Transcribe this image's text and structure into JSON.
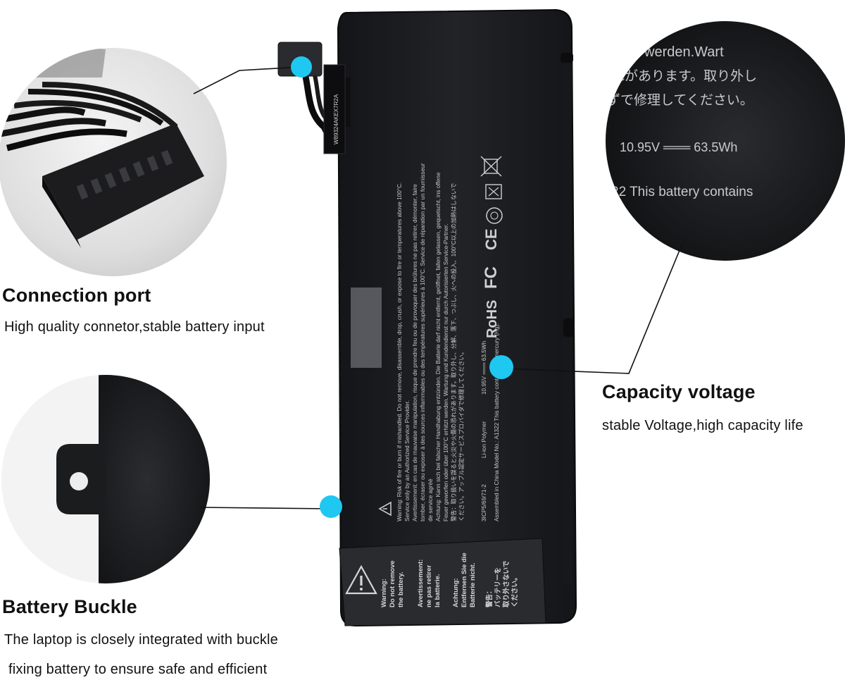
{
  "features": {
    "connection": {
      "title": "Connection port",
      "description": "High quality connetor,stable battery input"
    },
    "capacity": {
      "title": "Capacity voltage",
      "description": "stable Voltage,high capacity life"
    },
    "buckle": {
      "title": "Battery Buckle",
      "description_line1": "The laptop is closely integrated with buckle",
      "description_line2": "fixing battery to ensure safe and efficient"
    }
  },
  "zoom_label": {
    "line1": "werden.Wart",
    "line2": "れがあります。取り外し",
    "line3": "ずで修理してください。",
    "rating": "10.95V ═══ 63.5Wh",
    "line5": "22 This battery contains"
  },
  "battery_text": {
    "warnings": [
      "Warning: Risk of fire or burn if mishandled. Do not remove, disassemble, drop, crush, or expose to fire or temperatures above 100°C.",
      "Service only by an Authorized Service Provider.",
      "Avertissement: en cas de mauvaise manipulation, risque de prendre feu ou de provoquer des brûlures ne pas retirer, démonter, faire",
      "tomber, écraser ou exposer à des sources inflammables ou des températures supérieures à 100°C. Service de réparation par un fournisseur",
      "de service agréé",
      "Achtung: Kann sich bei falscher Handhabung entzünden. Die Batterie darf nicht entfernt, geöffnet, fallen gelassen, gequetscht, ins offene",
      "Feuer geworfen oder über 100°C erhitzt werden. Wartung und Kundendienst nur durch Autorisierten Service-Partner.",
      "警告：取り扱いを誤ると火災や火傷の恐れがあります。取り外し、分解、落下、つぶし、火への投入、100°C以上の加熱はしないで",
      "ください。アップル認定サービスプロバイダで修理してください。"
    ],
    "model": "3ICP5/69/71-2",
    "chemistry": "Li-ion Polymer",
    "rating": "10.95V ═══ 63.5Wh",
    "assembled": "Assembled in China Model No.: A1322 This battery contains no mercury (Hg).",
    "serial": "W89324AKEX7R2A",
    "certs": {
      "rohs": "RoHS",
      "fc": "FC",
      "ce": "CE"
    },
    "sticker": {
      "col1": [
        "Warning:",
        "Do not remove",
        "the battery."
      ],
      "col2": [
        "Avertissement:",
        "ne pas retirer",
        "la batterie."
      ],
      "col3": [
        "Achtung:",
        "Entfernen Sie die",
        "Batterie nicht."
      ],
      "col4": [
        "警告：",
        "バッテリーを",
        "取り外さないで",
        "ください。"
      ]
    }
  },
  "colors": {
    "marker": "#1ec8f0",
    "battery": "#1b1c1f",
    "text": "#111111"
  }
}
